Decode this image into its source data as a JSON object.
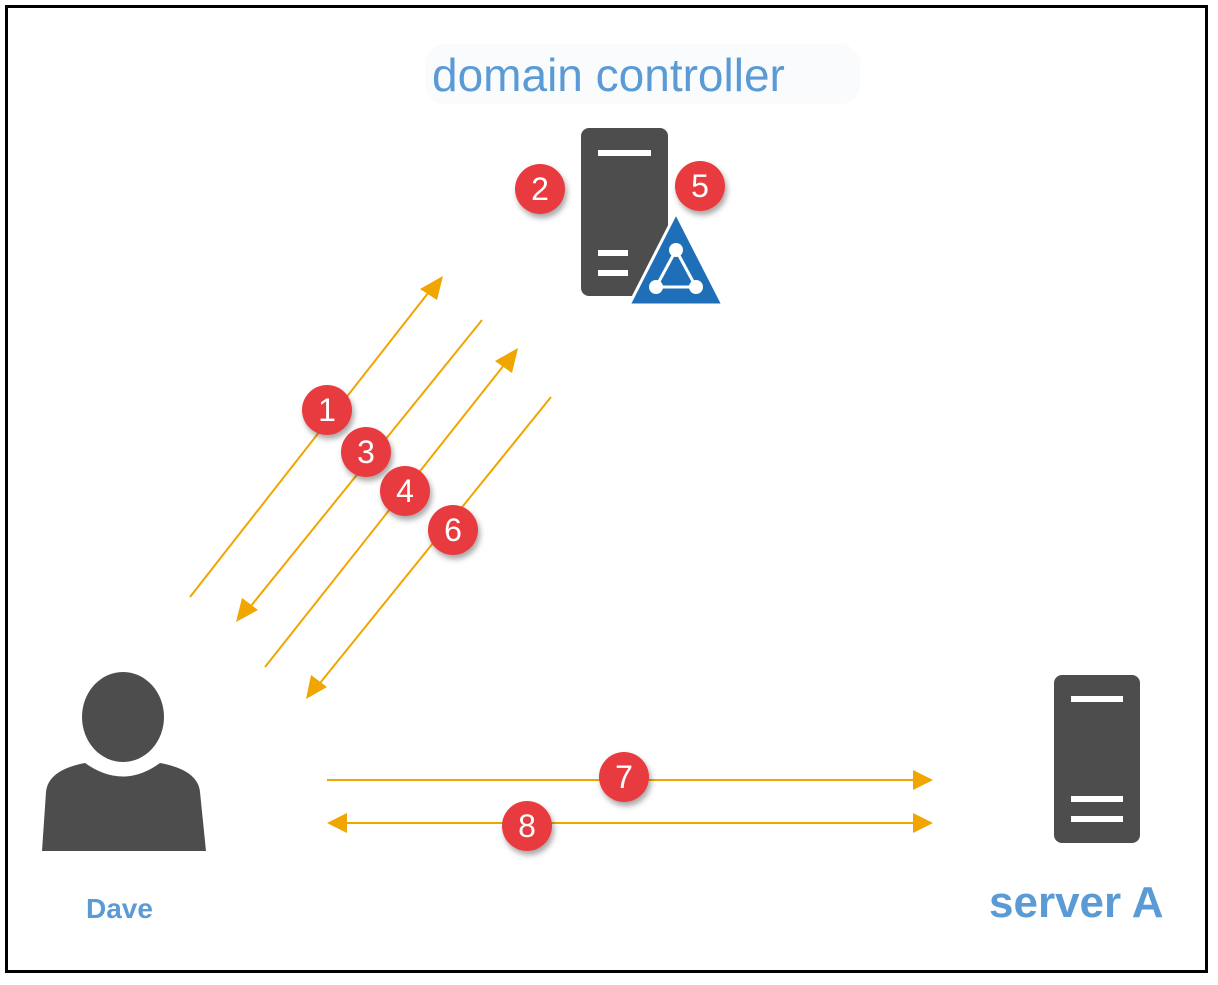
{
  "title": "domain controller",
  "nodes": {
    "domain_controller": {
      "label": "domain controller",
      "icon": "server-with-active-directory-icon"
    },
    "user": {
      "label": "Dave",
      "icon": "user-icon"
    },
    "server": {
      "label": "server A",
      "icon": "server-icon"
    }
  },
  "steps": [
    {
      "number": "1",
      "path": "Dave → domain controller"
    },
    {
      "number": "2",
      "path": "domain controller"
    },
    {
      "number": "3",
      "path": "domain controller → Dave"
    },
    {
      "number": "4",
      "path": "Dave → domain controller"
    },
    {
      "number": "5",
      "path": "domain controller"
    },
    {
      "number": "6",
      "path": "domain controller → Dave"
    },
    {
      "number": "7",
      "path": "Dave → server A"
    },
    {
      "number": "8",
      "path": "Dave ↔ server A"
    }
  ],
  "colors": {
    "label_blue": "#5b9bd5",
    "arrow_orange": "#f0a500",
    "badge_red": "#e83a3f",
    "icon_gray": "#4d4d4d",
    "ad_blue": "#1f6fb8"
  }
}
